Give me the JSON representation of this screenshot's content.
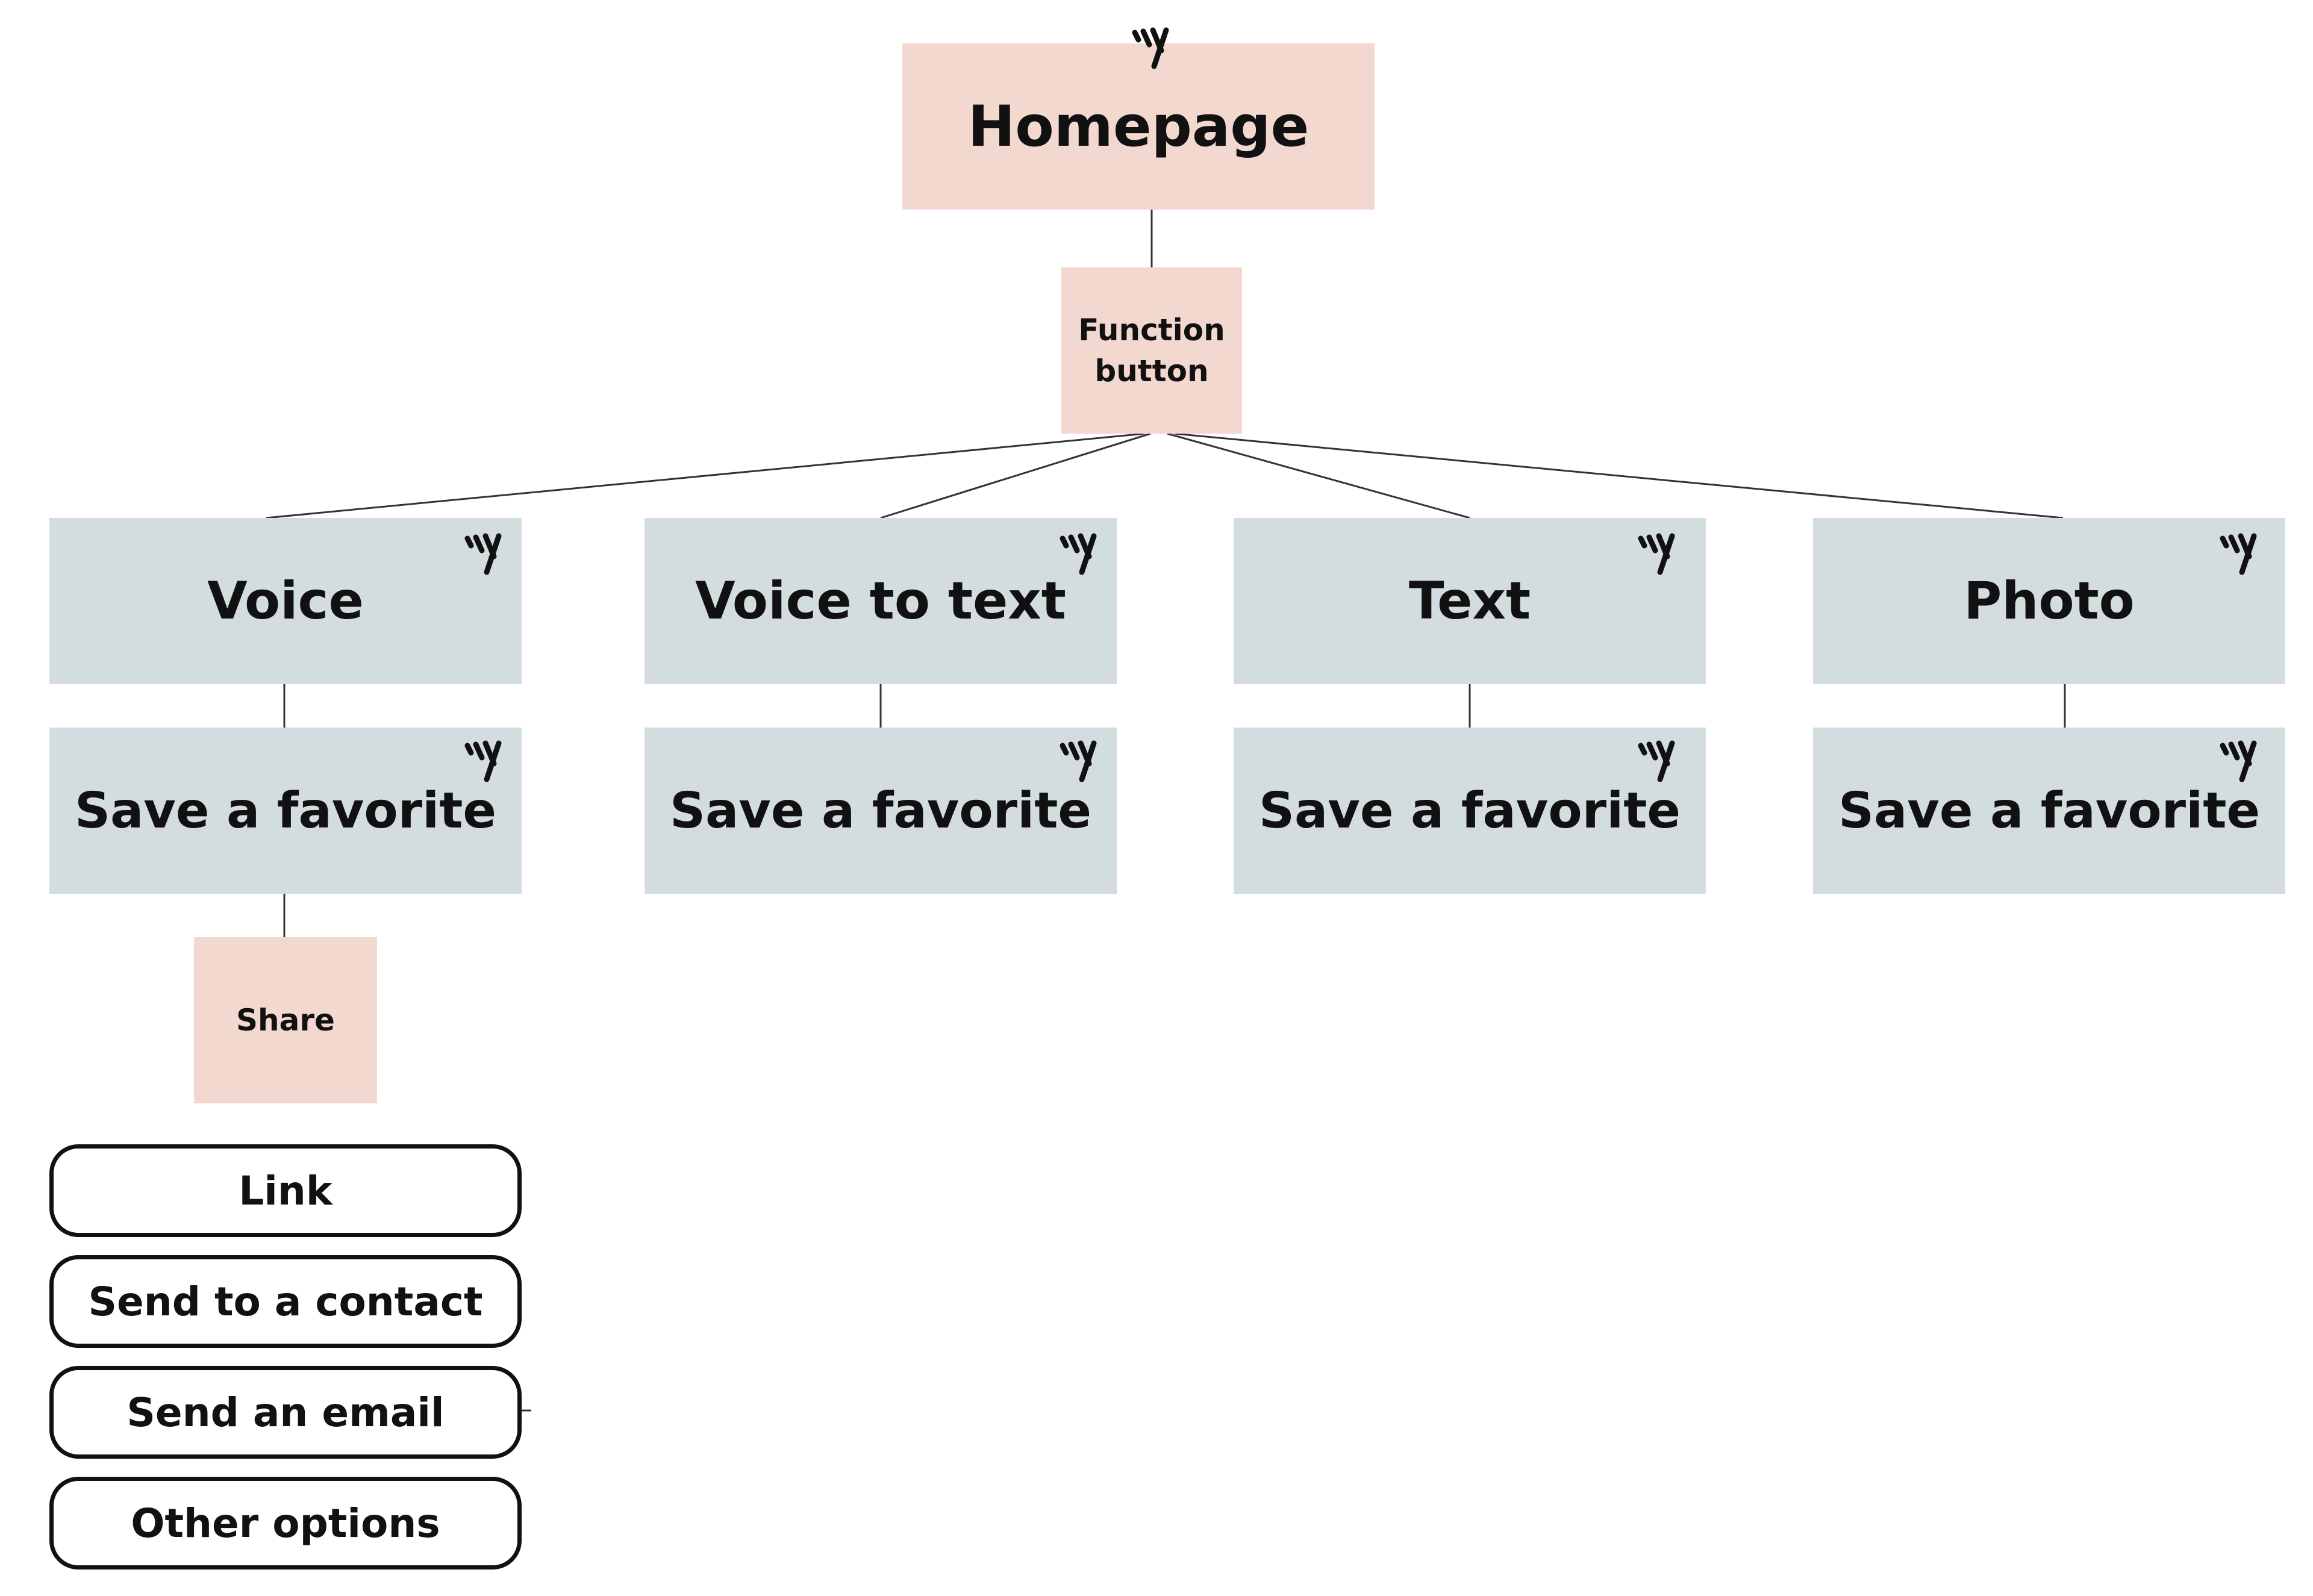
{
  "palette": {
    "root": "#f3d8d0",
    "action": "#f3d8d0",
    "feature": "#d3dcdf",
    "option_border": "#111111",
    "line": "#333333"
  },
  "homepage": {
    "label": "Homepage",
    "icon": "brand-mark-icon"
  },
  "function_button": {
    "label_line1": "Function",
    "label_line2": "button"
  },
  "features": [
    {
      "label": "Voice",
      "child_label": "Save a favorite"
    },
    {
      "label": "Voice to text",
      "child_label": "Save a favorite"
    },
    {
      "label": "Text",
      "child_label": "Save a favorite"
    },
    {
      "label": "Photo",
      "child_label": "Save a favorite"
    }
  ],
  "share": {
    "label": "Share"
  },
  "share_options": [
    {
      "label": "Link"
    },
    {
      "label": "Send to a contact"
    },
    {
      "label": "Send an email"
    },
    {
      "label": "Other options"
    }
  ]
}
